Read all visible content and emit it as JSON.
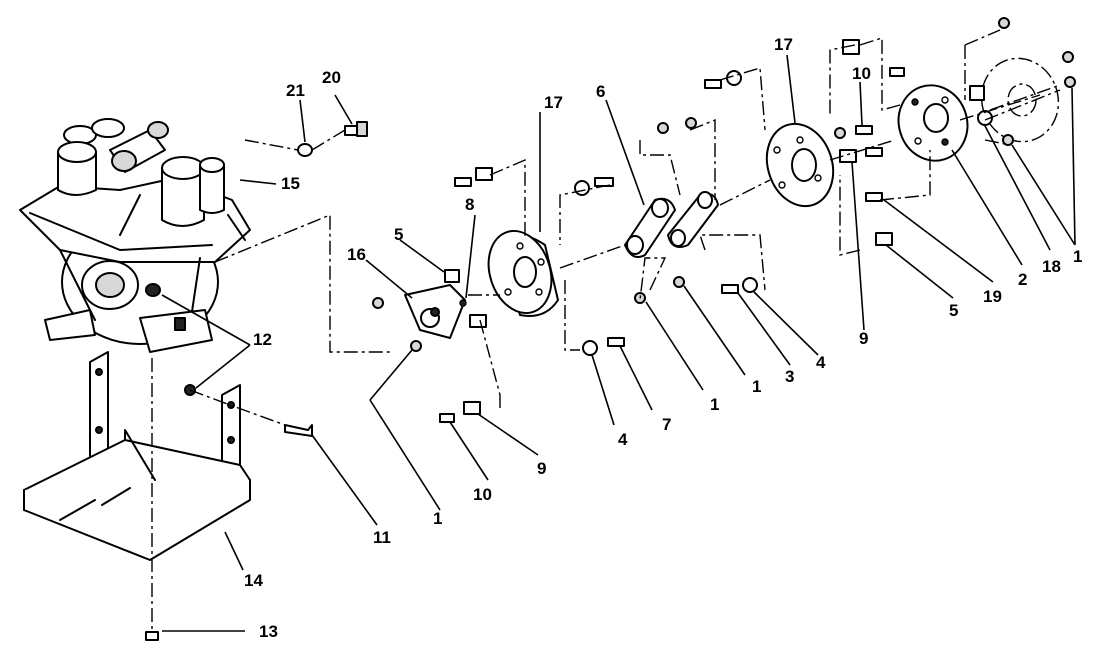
{
  "callouts": [
    "1",
    "2",
    "3",
    "4",
    "5",
    "6",
    "7",
    "8",
    "9",
    "10",
    "11",
    "12",
    "13",
    "14",
    "15",
    "16",
    "17",
    "18",
    "19",
    "20",
    "21"
  ],
  "labels": {
    "l21": "21",
    "l20": "20",
    "l15": "15",
    "l12": "12",
    "l11": "11",
    "l14": "14",
    "l13": "13",
    "l16": "16",
    "l5a": "5",
    "l8": "8",
    "l17a": "17",
    "l6": "6",
    "l1a": "1",
    "l10a": "10",
    "l9a": "9",
    "l4a": "4",
    "l7": "7",
    "l1b": "1",
    "l1c": "1",
    "l3": "3",
    "l4b": "4",
    "l17b": "17",
    "l10b": "10",
    "l9b": "9",
    "l5b": "5",
    "l19": "19",
    "l2": "2",
    "l18": "18",
    "l1d": "1"
  }
}
